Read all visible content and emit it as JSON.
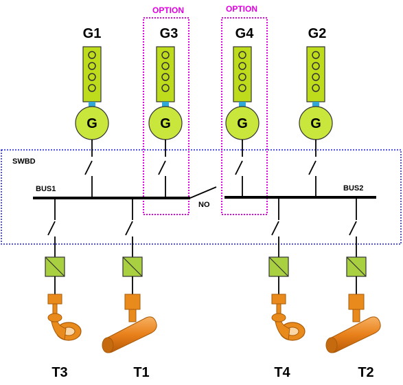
{
  "generators": [
    {
      "id": "G1",
      "letter": "G",
      "option": false
    },
    {
      "id": "G3",
      "letter": "G",
      "option": true
    },
    {
      "id": "G4",
      "letter": "G",
      "option": true
    },
    {
      "id": "G2",
      "letter": "G",
      "option": false
    }
  ],
  "option_label": "OPTION",
  "switchboard_label": "SWBD",
  "bus_labels": [
    "BUS1",
    "BUS2"
  ],
  "tie_breaker_label": "NO",
  "thrusters": [
    {
      "id": "T3",
      "type": "azimuth"
    },
    {
      "id": "T1",
      "type": "tunnel"
    },
    {
      "id": "T4",
      "type": "azimuth"
    },
    {
      "id": "T2",
      "type": "tunnel"
    }
  ],
  "colors": {
    "engine_fill": "#bfdc1c",
    "generator_fill": "#c8e63c",
    "coupling": "#2fa8d8",
    "transformer_fill": "#a8d040",
    "thruster_fill": "#e88a1c",
    "option_box": "#e000e0",
    "switchboard_box": "#1a1ad8",
    "bus": "#000000"
  }
}
